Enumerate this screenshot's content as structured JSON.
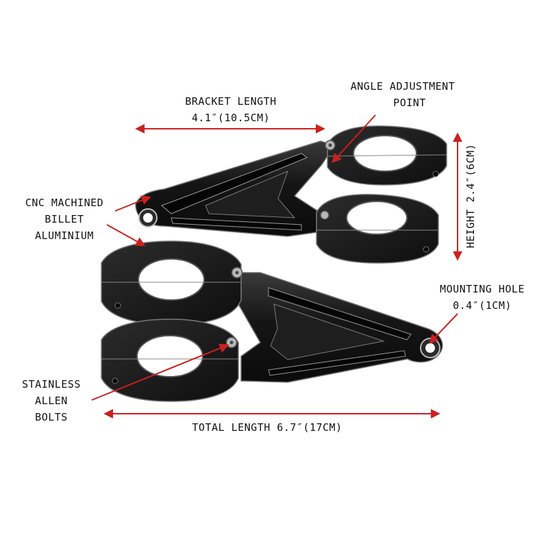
{
  "labels": {
    "bracket_length": {
      "line1": "BRACKET LENGTH",
      "line2": "4.1″(10.5CM)"
    },
    "angle_adjustment": {
      "line1": "ANGLE ADJUSTMENT",
      "line2": "POINT"
    },
    "cnc_machined": {
      "line1": "CNC MACHINED",
      "line2": "BILLET",
      "line3": "ALUMINIUM"
    },
    "height": {
      "text": "HEIGHT 2.4″(6CM)"
    },
    "mounting_hole": {
      "line1": "MOUNTING HOLE",
      "line2": "0.4″(1CM)"
    },
    "stainless_bolts": {
      "line1": "STAINLESS",
      "line2": "ALLEN",
      "line3": "BOLTS"
    },
    "total_length": {
      "text": "TOTAL LENGTH 6.7″(17CM)"
    }
  },
  "colors": {
    "arrow": "#cc2020",
    "metal_dark": "#141414",
    "metal_mid": "#2a2a2a",
    "metal_edge": "#8a8a8a",
    "label_text": "#111111",
    "bolt": "#b8b8b8"
  }
}
